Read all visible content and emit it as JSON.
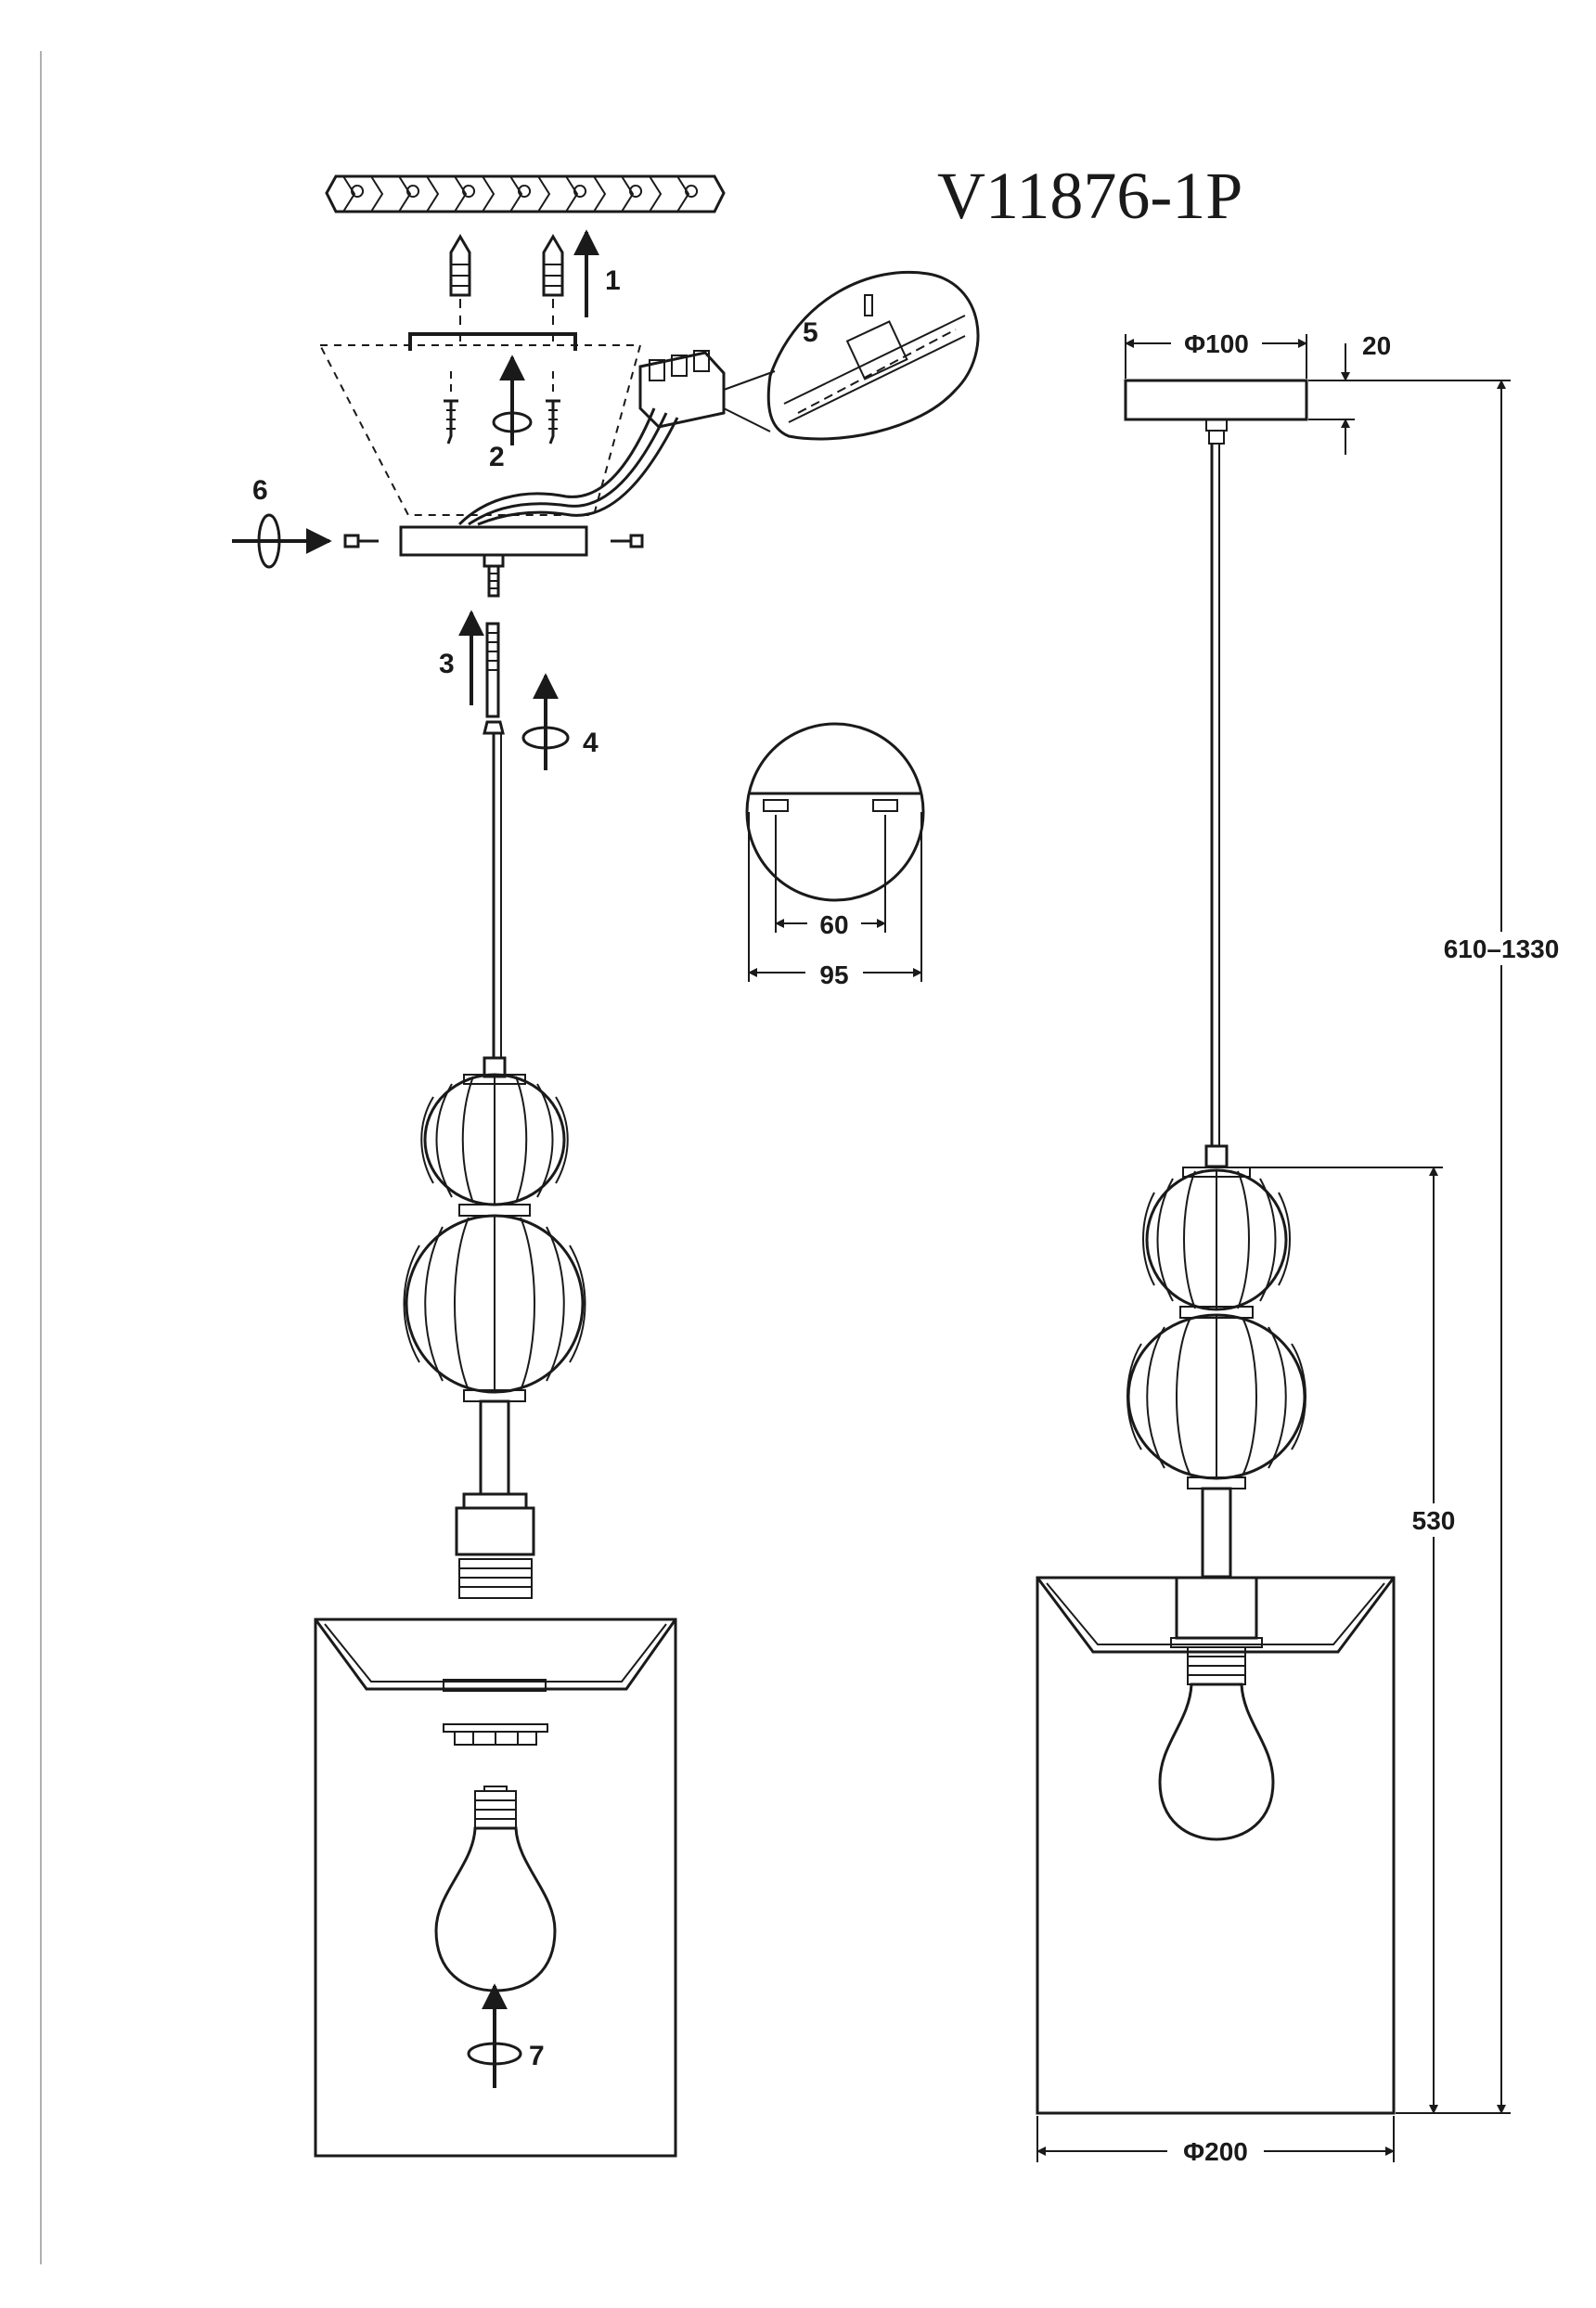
{
  "title": "V11876-1P",
  "steps": {
    "s1": "1",
    "s2": "2",
    "s3": "3",
    "s4": "4",
    "s5": "5",
    "s6": "6",
    "s7": "7"
  },
  "dimensions": {
    "canopy_diameter": "Φ100",
    "canopy_height": "20",
    "overall_height": "610–1330",
    "shade_height": "530",
    "shade_diameter": "Φ200",
    "mount_hole_spacing": "60",
    "mount_plate_diameter": "95"
  },
  "colors": {
    "line": "#1a1a1a",
    "background": "#ffffff"
  }
}
